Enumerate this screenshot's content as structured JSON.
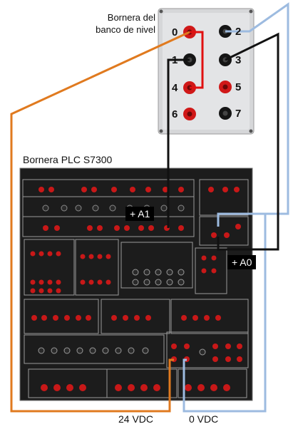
{
  "top_block": {
    "title_line1": "Bornera del",
    "title_line2": "banco de nivel",
    "terminals": [
      {
        "num": "0",
        "color": "red"
      },
      {
        "num": "2",
        "color": "black"
      },
      {
        "num": "1",
        "color": "black"
      },
      {
        "num": "3",
        "color": "black"
      },
      {
        "num": "4",
        "color": "red"
      },
      {
        "num": "5",
        "color": "red"
      },
      {
        "num": "6",
        "color": "red"
      },
      {
        "num": "7",
        "color": "black"
      }
    ]
  },
  "plc": {
    "title": "Bornera PLC S7300",
    "tag_a1": "+ A1",
    "tag_a0": "+ A0"
  },
  "supply": {
    "v24": "24 VDC",
    "v0": "0 VDC"
  },
  "colors": {
    "wire_orange": "#e07a1f",
    "wire_blue": "#9dbbe0",
    "wire_black": "#111111",
    "wire_red": "#e01010",
    "panel_top": "#d9dadb",
    "panel_plc": "#1e1e1e",
    "jack_red": "#d01818",
    "jack_black": "#151515"
  }
}
